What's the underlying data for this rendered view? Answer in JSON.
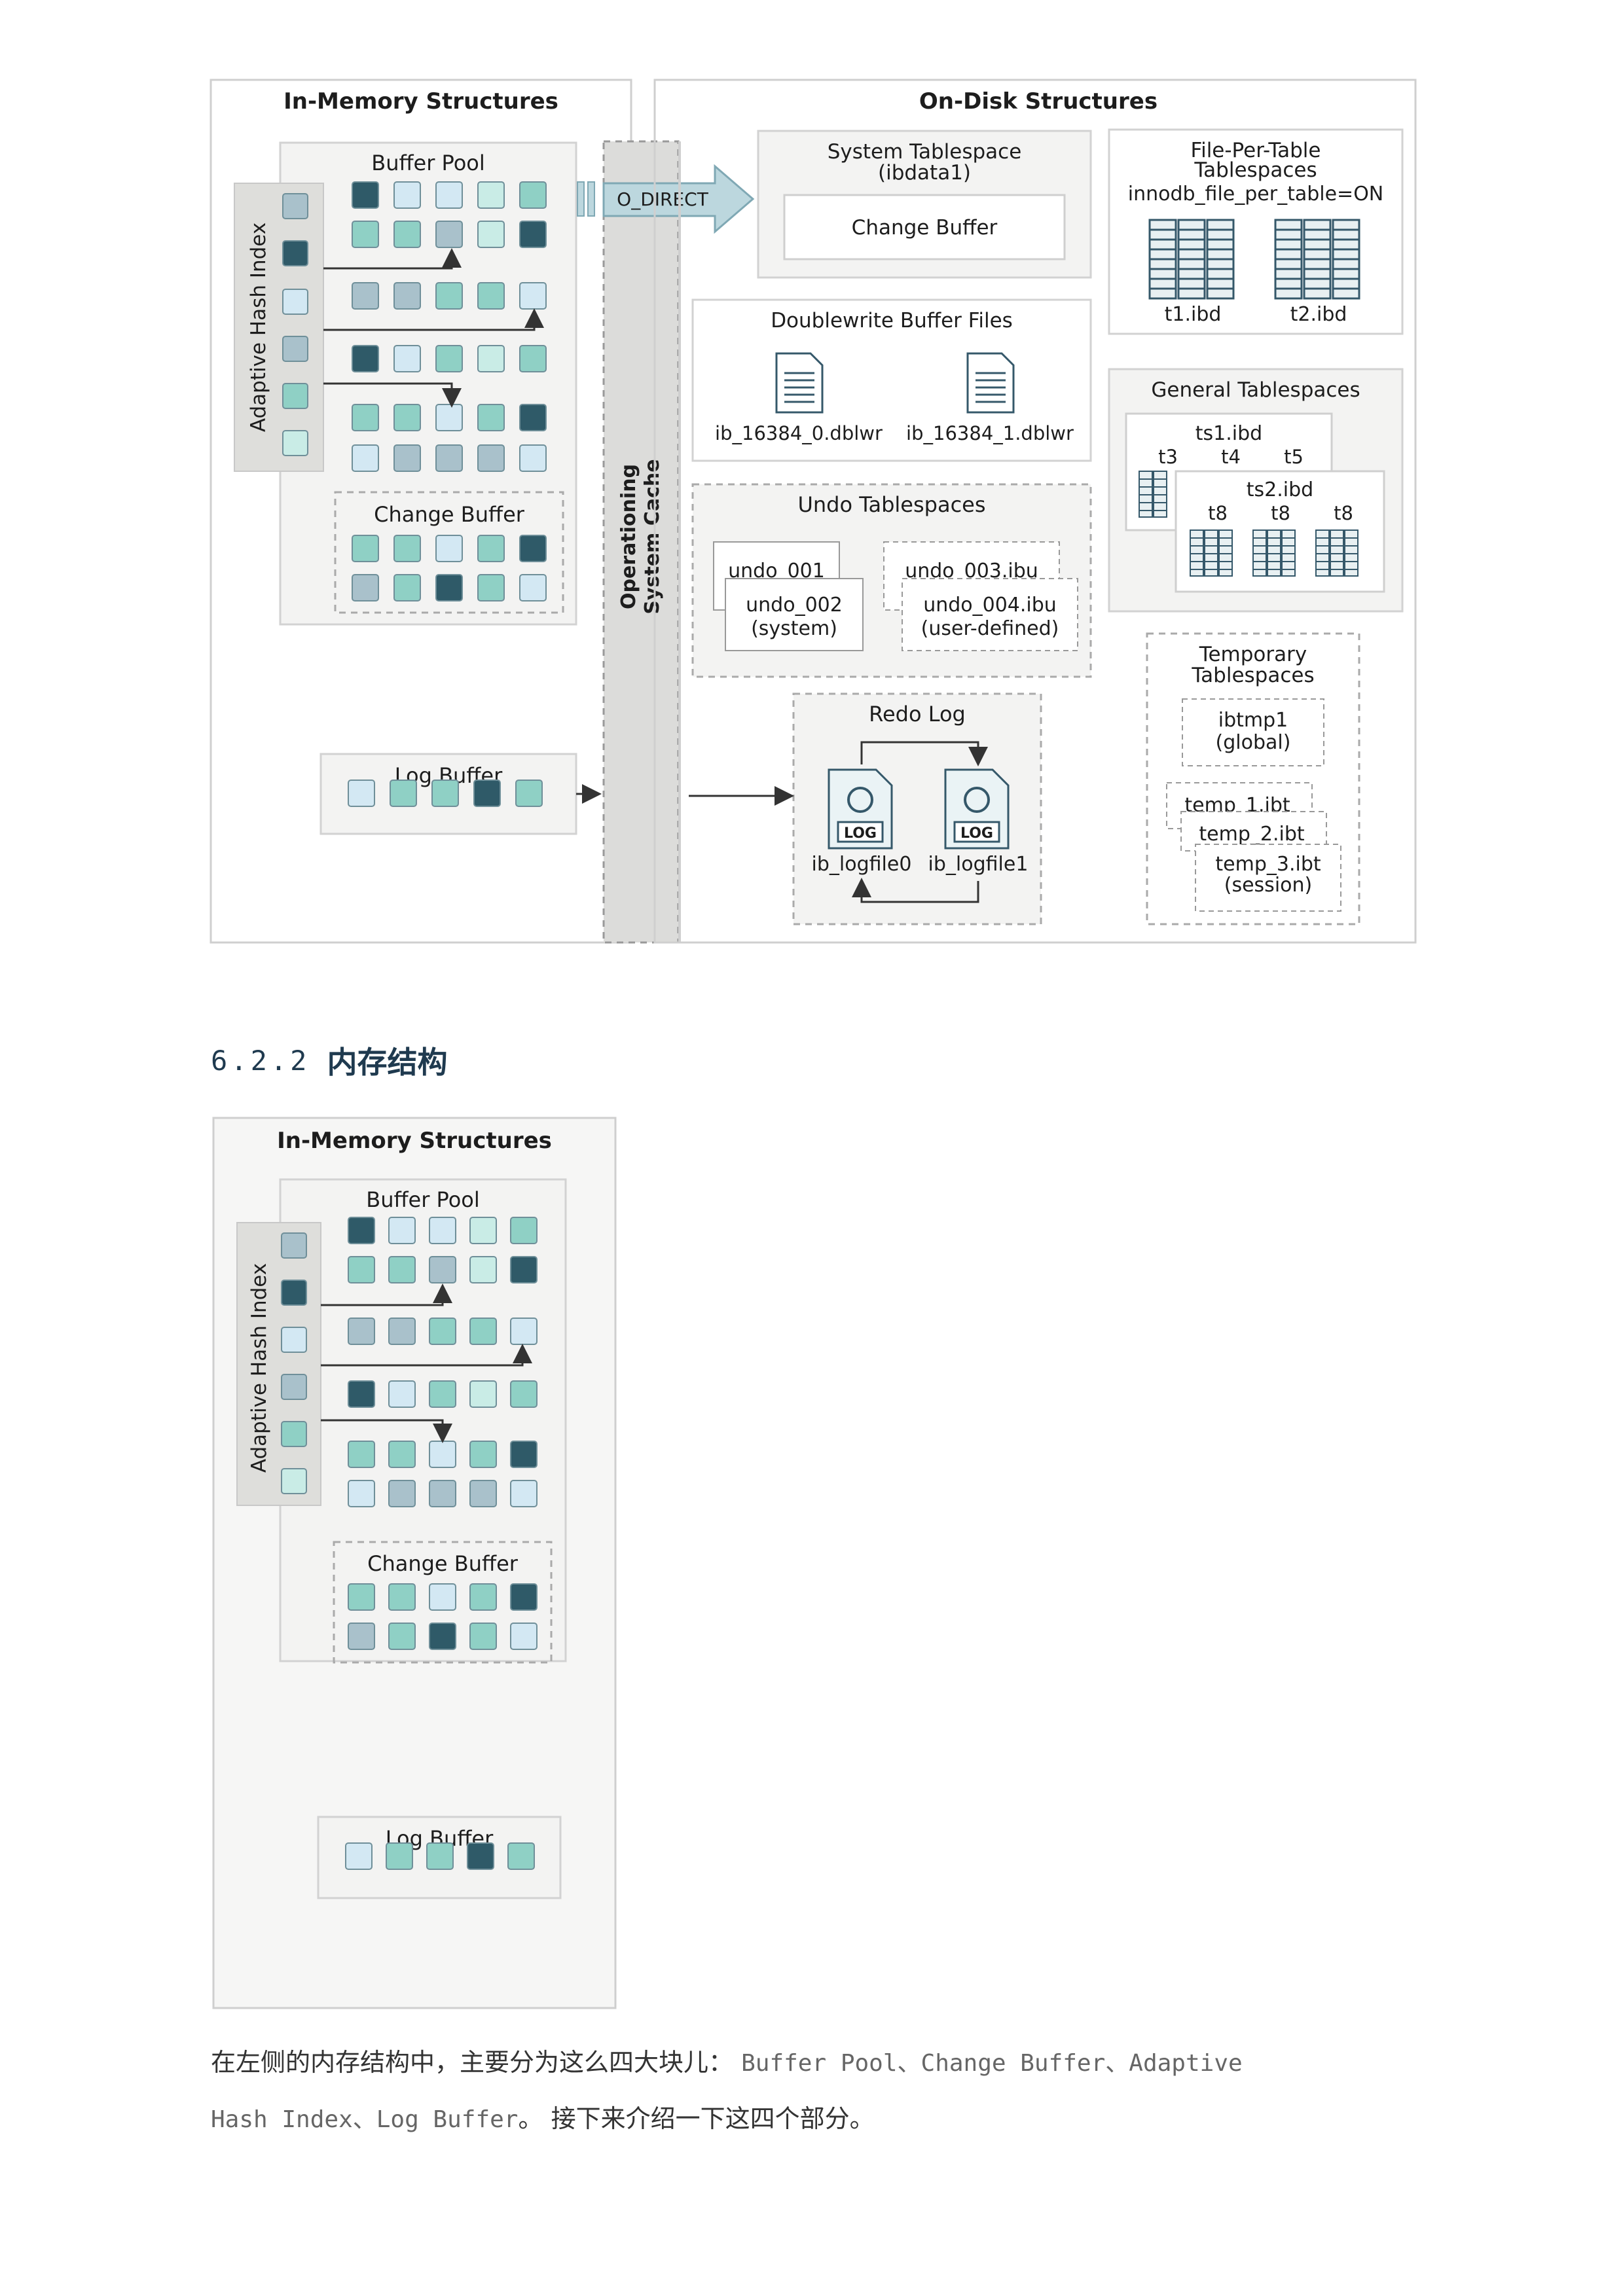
{
  "diagram1": {
    "inmem_title": "In-Memory Structures",
    "ondisk_title": "On-Disk Structures",
    "buffer_pool": "Buffer Pool",
    "ahi": "Adaptive Hash Index",
    "change_buffer": "Change Buffer",
    "log_buffer": "Log Buffer",
    "os_cache_1": "Operationing",
    "os_cache_2": "System Cache",
    "o_direct": "O_DIRECT",
    "sys_ts_1": "System Tablespace",
    "sys_ts_2": "(ibdata1)",
    "sys_change_buffer": "Change Buffer",
    "fpt_1": "File-Per-Table",
    "fpt_2": "Tablespaces",
    "fpt_3": "innodb_file_per_table=ON",
    "t1": "t1.ibd",
    "t2": "t2.ibd",
    "dblwr_title": "Doublewrite Buffer Files",
    "dblwr_0": "ib_16384_0.dblwr",
    "dblwr_1": "ib_16384_1.dblwr",
    "gen_ts": "General Tablespaces",
    "ts1": "ts1.ibd",
    "t3": "t3",
    "t4": "t4",
    "t5": "t5",
    "ts2": "ts2.ibd",
    "t8": "t8",
    "undo_title": "Undo Tablespaces",
    "undo_001": "undo_001",
    "undo_002": "undo_002",
    "undo_system": "(system)",
    "undo_003": "undo_003.ibu",
    "undo_004": "undo_004.ibu",
    "undo_user": "(user-defined)",
    "redo_title": "Redo Log",
    "log_tag": "LOG",
    "logfile0": "ib_logfile0",
    "logfile1": "ib_logfile1",
    "temp_1": "Temporary",
    "temp_2": "Tablespaces",
    "ibtmp1": "ibtmp1",
    "global": "(global)",
    "temp1": "temp_1.ibt",
    "temp2": "temp_2.ibt",
    "temp3": "temp_3.ibt",
    "session": "(session)"
  },
  "heading": {
    "number": "6.2.2",
    "title": "内存结构"
  },
  "diagram2": {
    "inmem_title": "In-Memory Structures",
    "buffer_pool": "Buffer Pool",
    "ahi": "Adaptive Hash Index",
    "change_buffer": "Change Buffer",
    "log_buffer": "Log Buffer"
  },
  "paragraph": {
    "line1_text": "在左侧的内存结构中，主要分为这么四大块儿：",
    "line1_code": "Buffer Pool、Change Buffer、Adaptive",
    "line2_code": "Hash Index、Log Buffer",
    "line2_text": "。 接下来介绍一下这四个部分。"
  },
  "colors": {
    "dark": "#2f5a68",
    "teal": "#8fd0c5",
    "lightblue": "#d3e8f3",
    "gray": "#a9c1cb",
    "mint": "#c9ece6",
    "panel": "#f3f3f2",
    "osbar": "#dcdcda"
  }
}
